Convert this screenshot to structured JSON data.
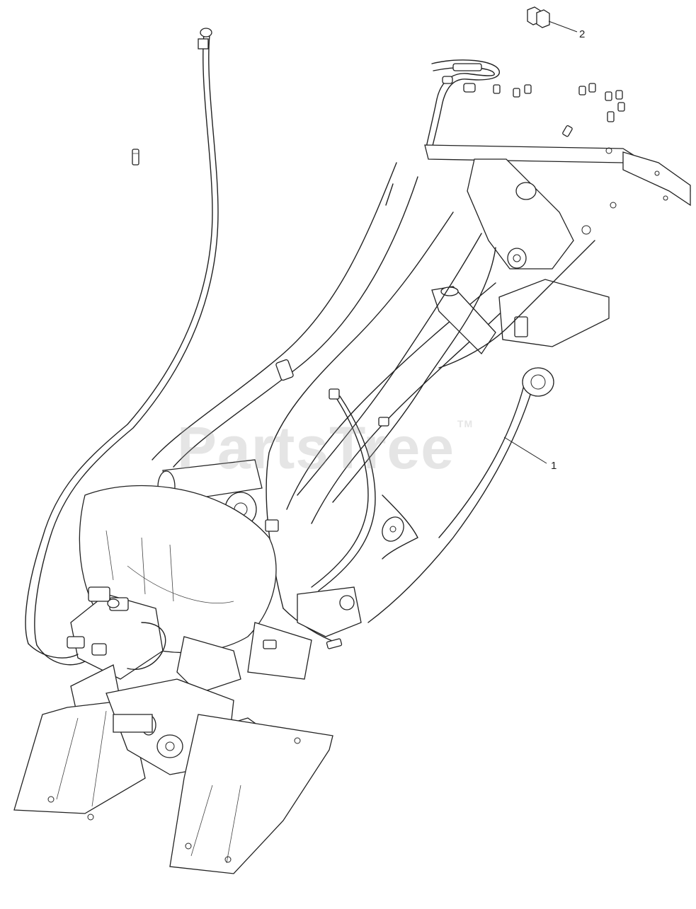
{
  "diagram": {
    "watermark": "PartsTree",
    "watermark_mark": "TM",
    "callouts": [
      {
        "label": "1"
      },
      {
        "label": "2"
      }
    ],
    "colors": {
      "line": "#222222",
      "background": "#ffffff",
      "watermark": "#a0a0a0"
    }
  }
}
